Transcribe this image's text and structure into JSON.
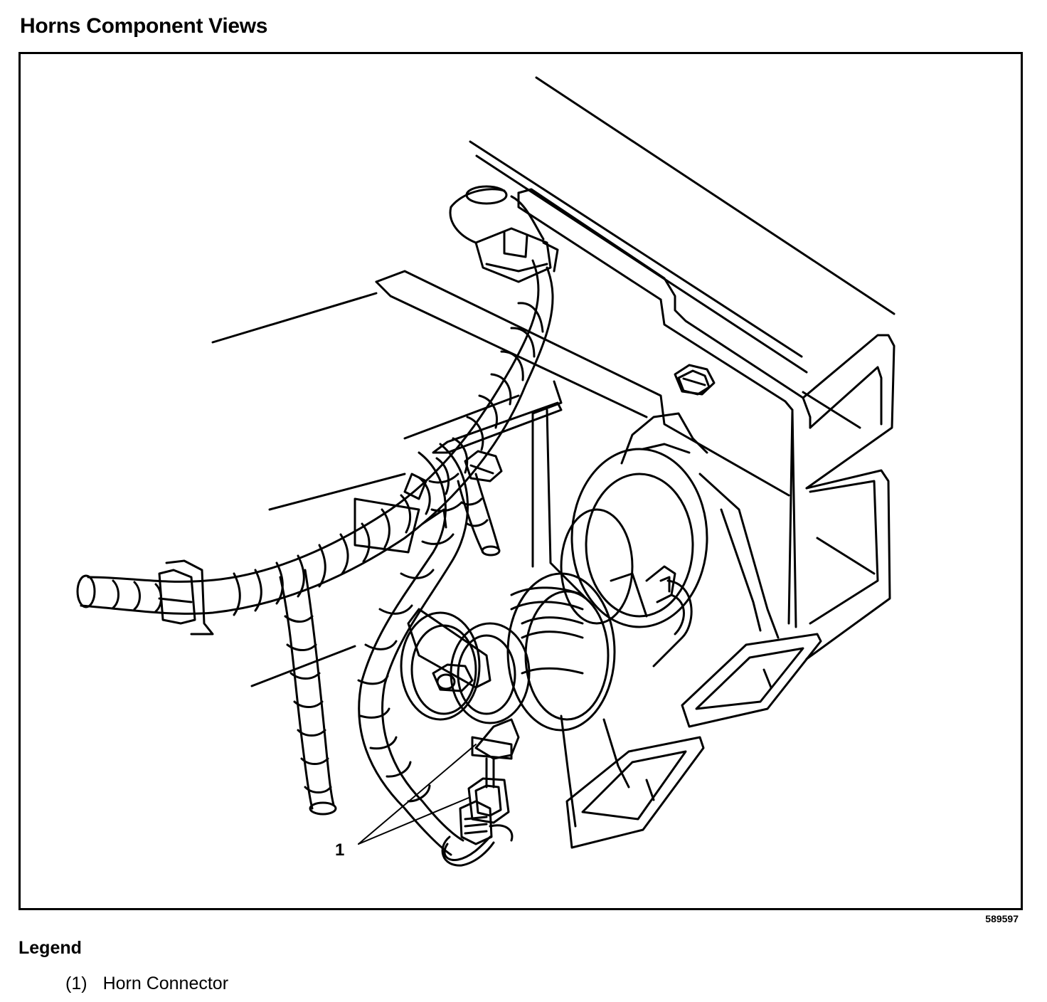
{
  "page": {
    "title": "Horns Component Views"
  },
  "figure": {
    "id_number": "589597",
    "callouts": [
      {
        "label": "1"
      }
    ]
  },
  "legend": {
    "heading": "Legend",
    "items": [
      {
        "number": "(1)",
        "text": "Horn Connector"
      }
    ]
  }
}
